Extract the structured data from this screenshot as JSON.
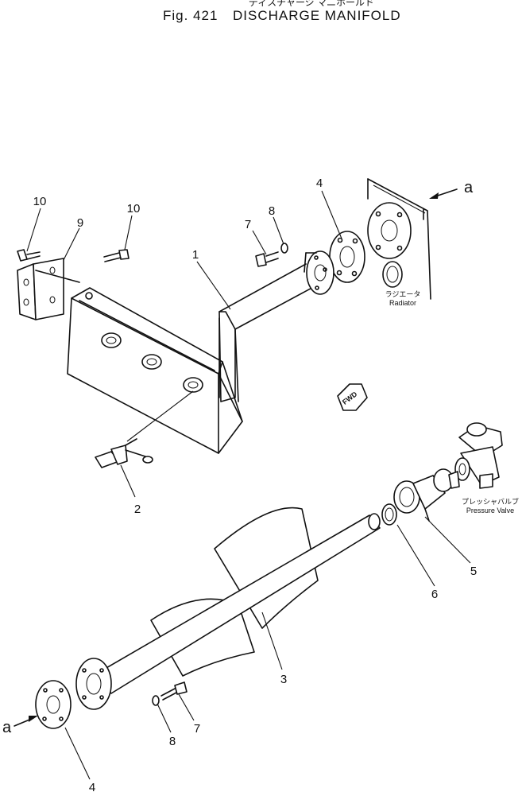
{
  "title": {
    "japanese": "ディスチャージ マニホールド",
    "figure": "Fig. 421",
    "name": "DISCHARGE MANIFOLD"
  },
  "labels": {
    "radiator_jp": "ラジエータ",
    "radiator_en": "Radiator",
    "pressure_valve_jp": "プレッシャバルブ",
    "pressure_valve_en": "Pressure Valve",
    "fwd": "FWD",
    "view_a_top": "a",
    "view_a_bottom": "a"
  },
  "callouts": {
    "c1": "1",
    "c2": "2",
    "c3": "3",
    "c4_top": "4",
    "c4_bottom": "4",
    "c5": "5",
    "c6": "6",
    "c7_top": "7",
    "c7_bottom": "7",
    "c8_top": "8",
    "c8_bottom": "8",
    "c9": "9",
    "c10_left": "10",
    "c10_right": "10"
  }
}
